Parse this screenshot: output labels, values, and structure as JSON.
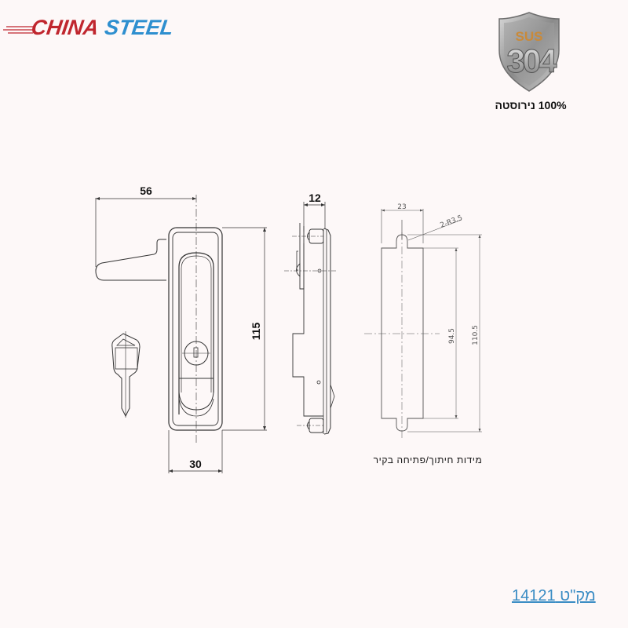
{
  "brand": {
    "part1": "CHINA",
    "part2": "STEEL",
    "color1": "#c0262e",
    "color2": "#2e8fcf"
  },
  "badge": {
    "icon": "shield-icon",
    "top_text": "SUS",
    "main_text": "304",
    "caption": "100% נירוסטה"
  },
  "drawing": {
    "front_view": {
      "width_handle": "56",
      "height": "115",
      "width_body": "30"
    },
    "side_view": {
      "depth": "12"
    },
    "cutout_view": {
      "width": "23",
      "radius": "2-R3.5",
      "inner_height": "94.5",
      "outer_height": "110.5",
      "caption": "מידות חיתוך/פתיחה בקיר"
    }
  },
  "sku": {
    "label": "מק\"ט 14121",
    "color": "#3a8cc4"
  }
}
